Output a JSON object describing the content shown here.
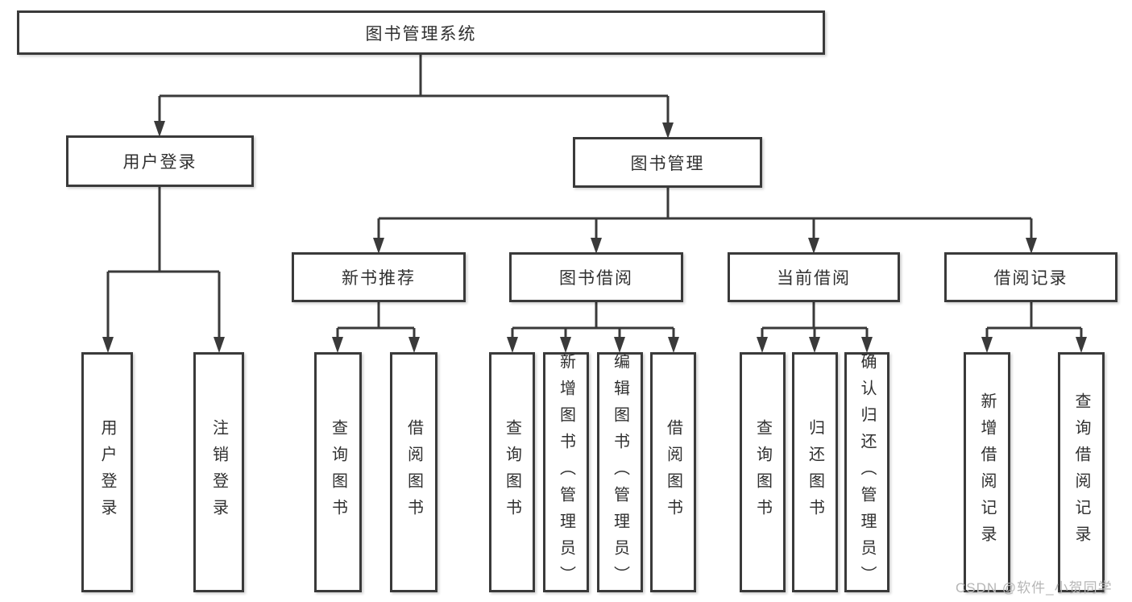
{
  "diagram": {
    "title": "图书管理系统",
    "watermark": "CSDN @软件_小贺同学",
    "colors": {
      "background": "#ffffff",
      "line": "#3a3a3a",
      "box_border": "#3a3a3a",
      "box_fill": "#ffffff",
      "text": "#303030",
      "watermark": "#b6b6b6"
    },
    "nodes": {
      "root": {
        "label": "图书管理系统"
      },
      "user_login": {
        "label": "用户登录"
      },
      "book_mgmt": {
        "label": "图书管理"
      },
      "new_book_rec": {
        "label": "新书推荐"
      },
      "book_borrow": {
        "label": "图书借阅"
      },
      "current_borrow": {
        "label": "当前借阅"
      },
      "borrow_records": {
        "label": "借阅记录"
      },
      "leaf_user_login": {
        "label": "用户登录"
      },
      "leaf_logout": {
        "label": "注销登录"
      },
      "leaf_query_book_1": {
        "label": "查询图书"
      },
      "leaf_borrow_book_1": {
        "label": "借阅图书"
      },
      "leaf_query_book_2": {
        "label": "查询图书"
      },
      "leaf_add_book": {
        "label": "新增图书（管理员）"
      },
      "leaf_edit_book": {
        "label": "编辑图书（管理员）"
      },
      "leaf_borrow_book_2": {
        "label": "借阅图书"
      },
      "leaf_query_book_3": {
        "label": "查询图书"
      },
      "leaf_return_book": {
        "label": "归还图书"
      },
      "leaf_confirm_return": {
        "label": "确认归还（管理员）"
      },
      "leaf_add_record": {
        "label": "新增借阅记录"
      },
      "leaf_query_record": {
        "label": "查询借阅记录"
      }
    },
    "hierarchy": {
      "图书管理系统": {
        "用户登录": [
          "用户登录",
          "注销登录"
        ],
        "图书管理": {
          "新书推荐": [
            "查询图书",
            "借阅图书"
          ],
          "图书借阅": [
            "查询图书",
            "新增图书（管理员）",
            "编辑图书（管理员）",
            "借阅图书"
          ],
          "当前借阅": [
            "查询图书",
            "归还图书",
            "确认归还（管理员）"
          ],
          "借阅记录": [
            "新增借阅记录",
            "查询借阅记录"
          ]
        }
      }
    }
  }
}
